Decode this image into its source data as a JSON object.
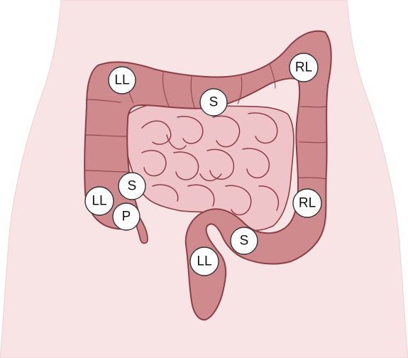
{
  "colors": {
    "background": "#ffffff",
    "torso": "#f8e3e5",
    "torso_edge": "#ead2d5",
    "colon_fill": "#cf8a8e",
    "colon_outline": "#8b3f45",
    "small_intestine_fill": "#efc4c9",
    "small_intestine_outline": "#8b3f45",
    "marker_fill": "#ffffff",
    "marker_outline": "#333333"
  },
  "markers": [
    {
      "id": "ll-upper-left",
      "text": "LL"
    },
    {
      "id": "s-transverse",
      "text": "S"
    },
    {
      "id": "rl-upper-right",
      "text": "RL"
    },
    {
      "id": "s-left-middle",
      "text": "S"
    },
    {
      "id": "ll-left-middle",
      "text": "LL"
    },
    {
      "id": "p-left-lower",
      "text": "P"
    },
    {
      "id": "rl-right-middle",
      "text": "RL"
    },
    {
      "id": "s-lower-center",
      "text": "S"
    },
    {
      "id": "ll-lower-center",
      "text": "LL"
    }
  ]
}
